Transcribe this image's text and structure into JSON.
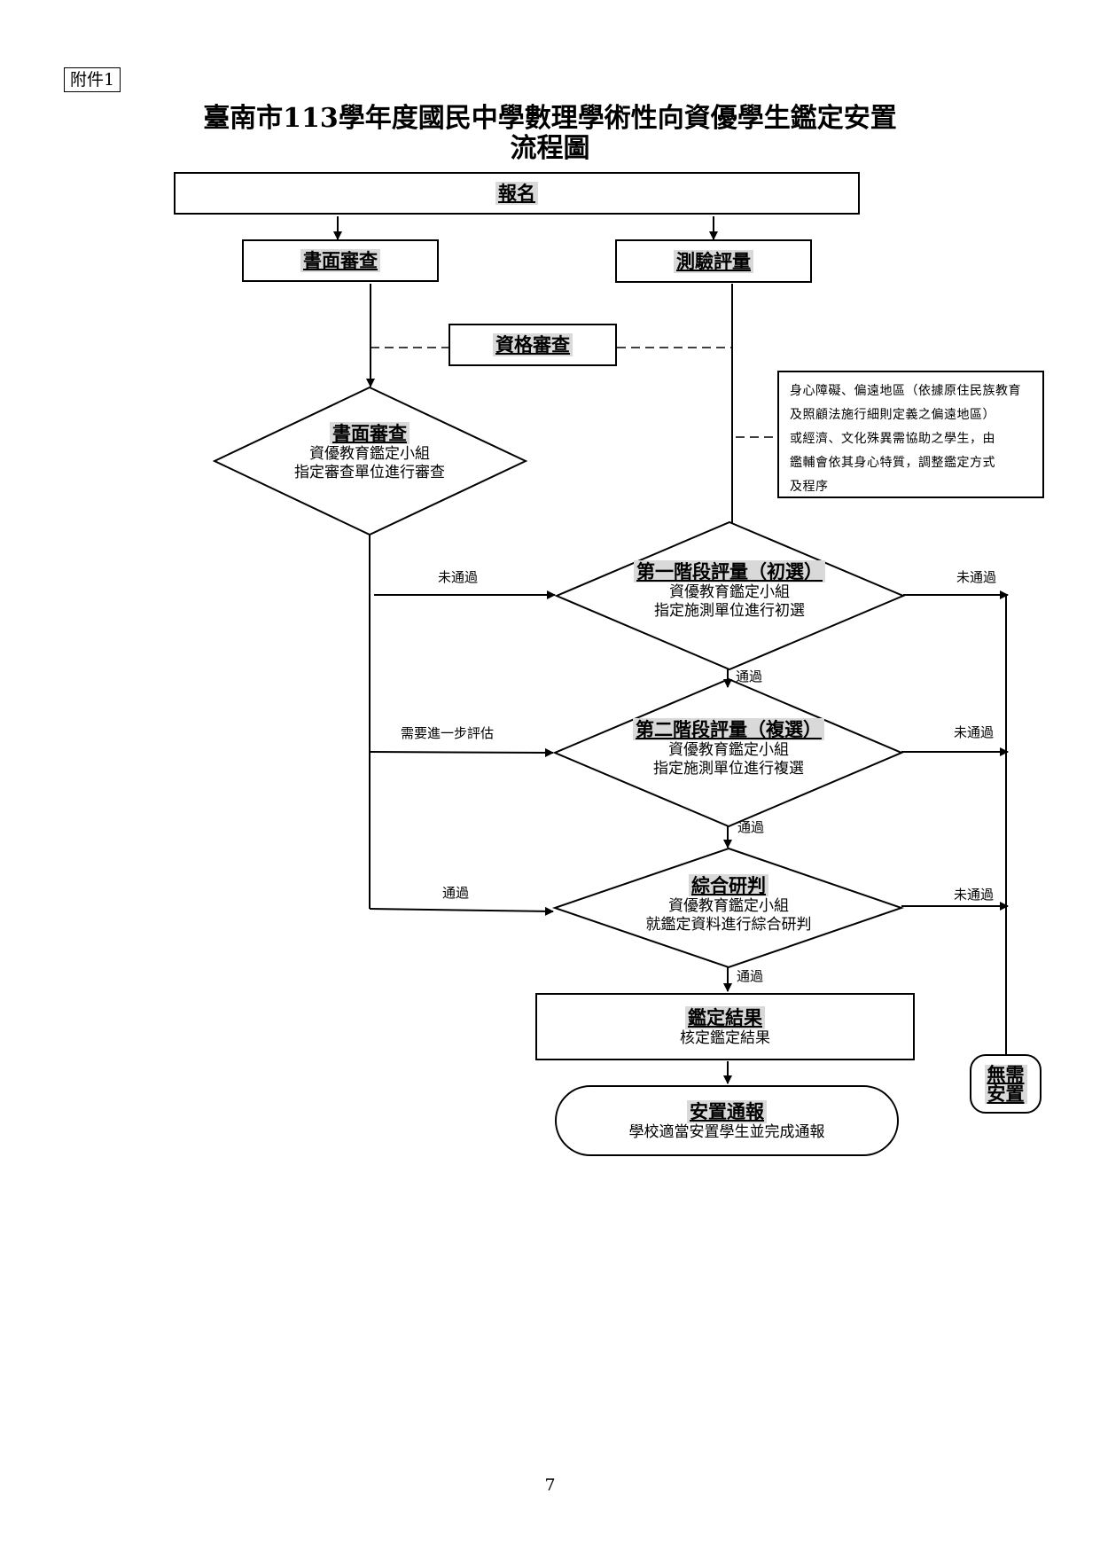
{
  "attachment_label": "附件1",
  "title_line1": "臺南市113學年度國民中學數理學術性向資優學生鑑定安置",
  "title_line2": "流程圖",
  "nodes": {
    "register": "報名",
    "doc_review": "書面審查",
    "test_eval": "測驗評量",
    "qualification": "資格審查",
    "doc_review_decision": {
      "label": "書面審查",
      "line1": "資優教育鑑定小組",
      "line2": "指定審查單位進行審查"
    },
    "stage1": {
      "label": "第一階段評量（初選）",
      "line1": "資優教育鑑定小組",
      "line2": "指定施測單位進行初選"
    },
    "stage2": {
      "label": "第二階段評量（複選）",
      "line1": "資優教育鑑定小組",
      "line2": "指定施測單位進行複選"
    },
    "comprehensive": {
      "label": "綜合研判",
      "line1": "資優教育鑑定小組",
      "line2": "就鑑定資料進行綜合研判"
    },
    "result": {
      "label": "鑑定結果",
      "line1": "核定鑑定結果"
    },
    "placement": {
      "label": "安置通報",
      "line1": "學校適當安置學生並完成通報"
    },
    "no_placement": {
      "line1": "無需",
      "line2": "安置"
    }
  },
  "note_lines": [
    "身心障礙、偏遠地區（依據原住民族教育",
    "及照顧法施行細則定義之偏遠地區）",
    "或經濟、文化殊異需協助之學生，由",
    "鑑輔會依其身心特質，調整鑑定方式",
    "及程序"
  ],
  "edge_labels": {
    "fail_to_stage1": "未通過",
    "further_eval": "需要進一步評估",
    "pass_to_comprehensive": "通過",
    "stage1_pass": "通過",
    "stage2_pass": "通過",
    "comprehensive_pass": "通過",
    "stage1_fail": "未通過",
    "stage2_fail": "未通過",
    "comprehensive_fail": "未通過"
  },
  "page_number": "7"
}
